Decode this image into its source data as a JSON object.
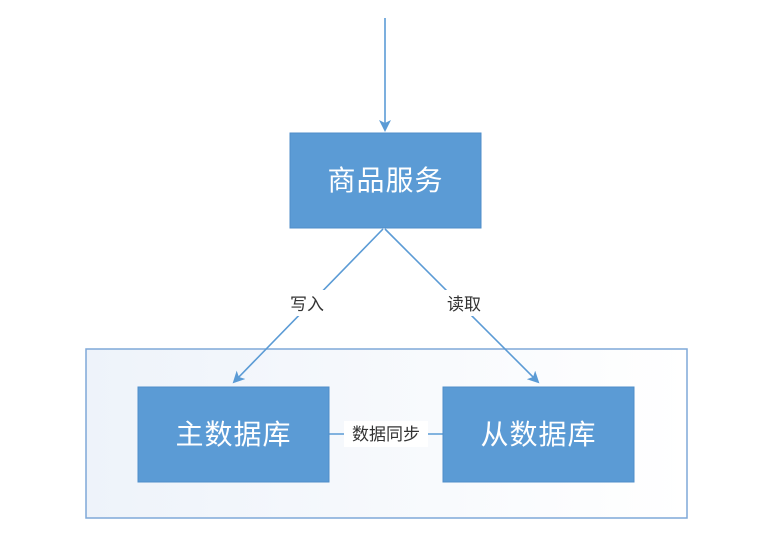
{
  "nodes": {
    "service": "商品服务",
    "master_db": "主数据库",
    "slave_db": "从数据库"
  },
  "edges": {
    "write": "写入",
    "read": "读取",
    "sync": "数据同步"
  },
  "colors": {
    "node_fill": "#5b9bd5",
    "node_text": "#ffffff",
    "line": "#5b9bd5",
    "group_border": "#7fa8d8",
    "group_fill": "#f3f6fb"
  }
}
